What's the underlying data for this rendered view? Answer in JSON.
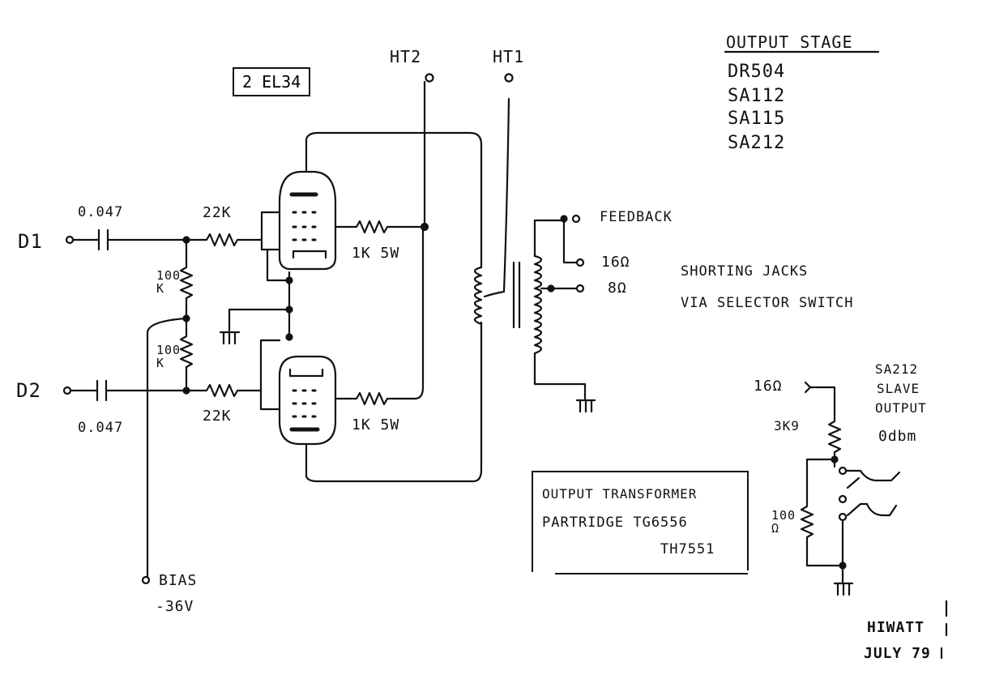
{
  "stage_box": "2 EL34",
  "title_block": {
    "heading": "OUTPUT STAGE",
    "models": [
      "DR504",
      "SA112",
      "SA115",
      "SA212"
    ]
  },
  "inputs": {
    "d1": "D1",
    "d2": "D2"
  },
  "components": {
    "cap_top": "0.047",
    "cap_bottom": "0.047",
    "grid_res_top": "22K",
    "grid_res_bottom": "22K",
    "screen_res_top": "1K 5W",
    "screen_res_bottom": "1K 5W",
    "bias_res_top": "100\nK",
    "bias_res_bottom": "100\nK"
  },
  "supplies": {
    "ht2": "HT2",
    "ht1": "HT1"
  },
  "bias": {
    "label": "BIAS",
    "voltage": "-36V"
  },
  "outputs": {
    "feedback": "FEEDBACK",
    "tap16": "16Ω",
    "tap8": "8Ω",
    "note_line1": "SHORTING JACKS",
    "note_line2": "VIA SELECTOR SWITCH"
  },
  "transformer_box": {
    "line1": "OUTPUT TRANSFORMER",
    "line2": "PARTRIDGE TG6556",
    "line3": "TH7551"
  },
  "slave": {
    "title_line1": "SA212",
    "title_line2": "SLAVE",
    "title_line3": "OUTPUT",
    "level": "0dbm",
    "tap": "16Ω",
    "r1": "3K9",
    "r2": "100\nΩ"
  },
  "signature": {
    "name": "HIWATT",
    "date": "JULY 79"
  }
}
